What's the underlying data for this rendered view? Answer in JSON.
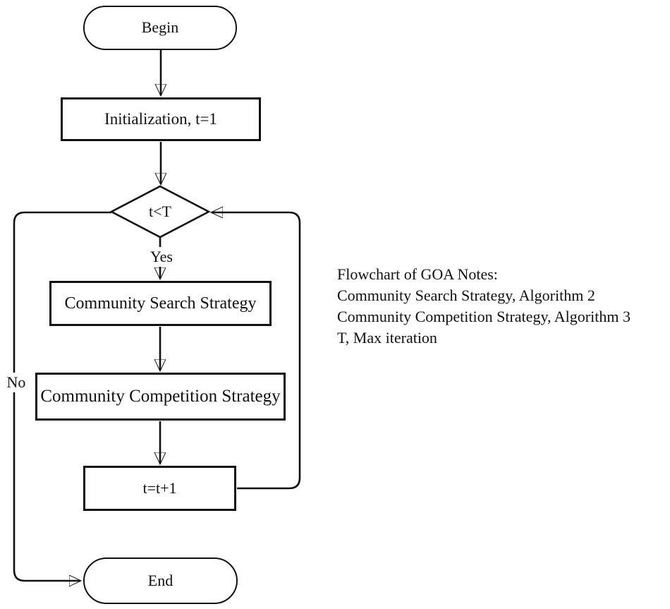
{
  "diagram": {
    "nodes": {
      "begin": {
        "label": "Begin",
        "type": "terminator"
      },
      "initialization": {
        "label": "Initialization, t=1",
        "type": "process"
      },
      "decision": {
        "label": "t<T",
        "type": "decision"
      },
      "search": {
        "label": "Community Search Strategy",
        "type": "process"
      },
      "competition": {
        "label": "Community Competition Strategy",
        "type": "process"
      },
      "increment": {
        "label": "t=t+1",
        "type": "process"
      },
      "end": {
        "label": "End",
        "type": "terminator"
      }
    },
    "edge_labels": {
      "yes": "Yes",
      "no": "No"
    },
    "notes": {
      "lines": [
        "Flowchart of GOA Notes:",
        "Community Search Strategy, Algorithm 2",
        "Community Competition Strategy, Algorithm 3",
        "T, Max iteration"
      ]
    },
    "colors": {
      "stroke": "#111111",
      "background": "#ffffff"
    }
  }
}
